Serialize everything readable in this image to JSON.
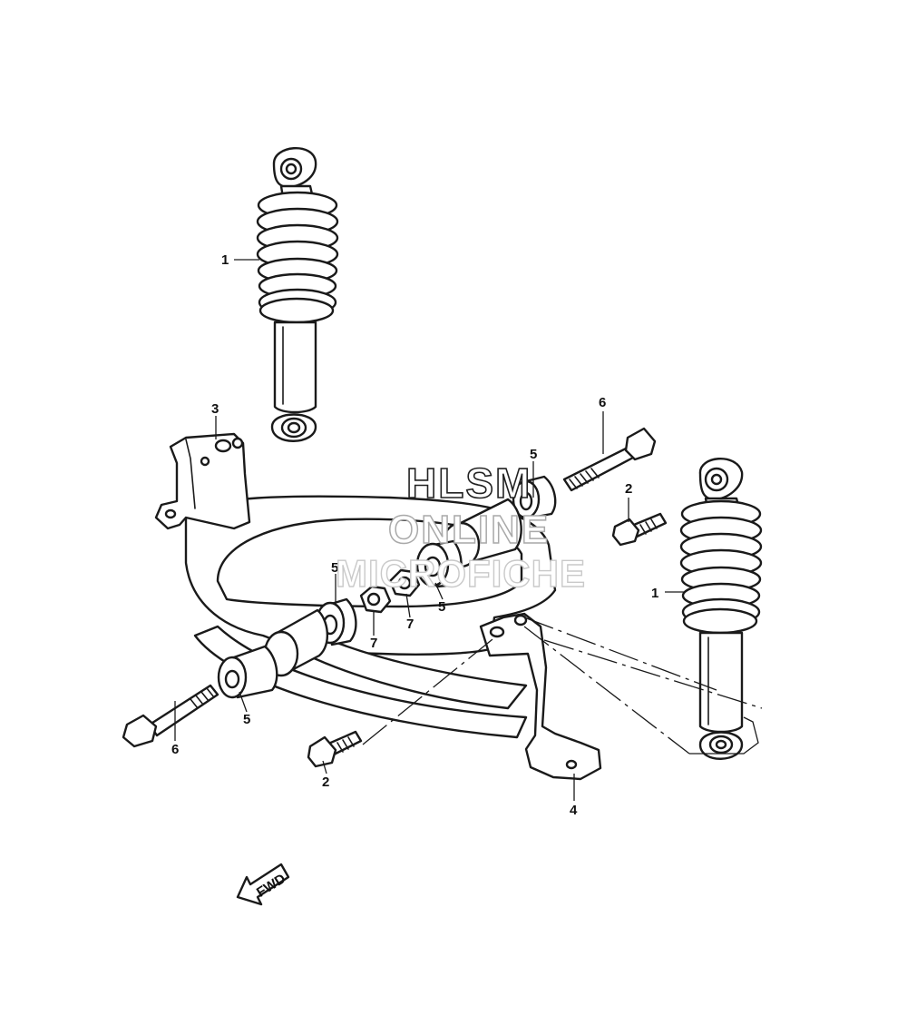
{
  "diagram": {
    "callouts": {
      "shock_upper": "1",
      "shock_right": "1",
      "bolt_2_right": "2",
      "bolt_2_lower": "2",
      "bracket_3": "3",
      "bracket_4": "4",
      "bushing_5_top": "5",
      "bushing_5_mid_left": "5",
      "bushing_5_mid_right": "5",
      "bushing_5_lower": "5",
      "bolt_6_right": "6",
      "bolt_6_left": "6",
      "nut_7_left": "7",
      "nut_7_right": "7"
    },
    "watermark": {
      "line1": "HLSM",
      "line2": "ONLINE",
      "line3": "MICROFICHE"
    },
    "direction_label": "FWD"
  }
}
